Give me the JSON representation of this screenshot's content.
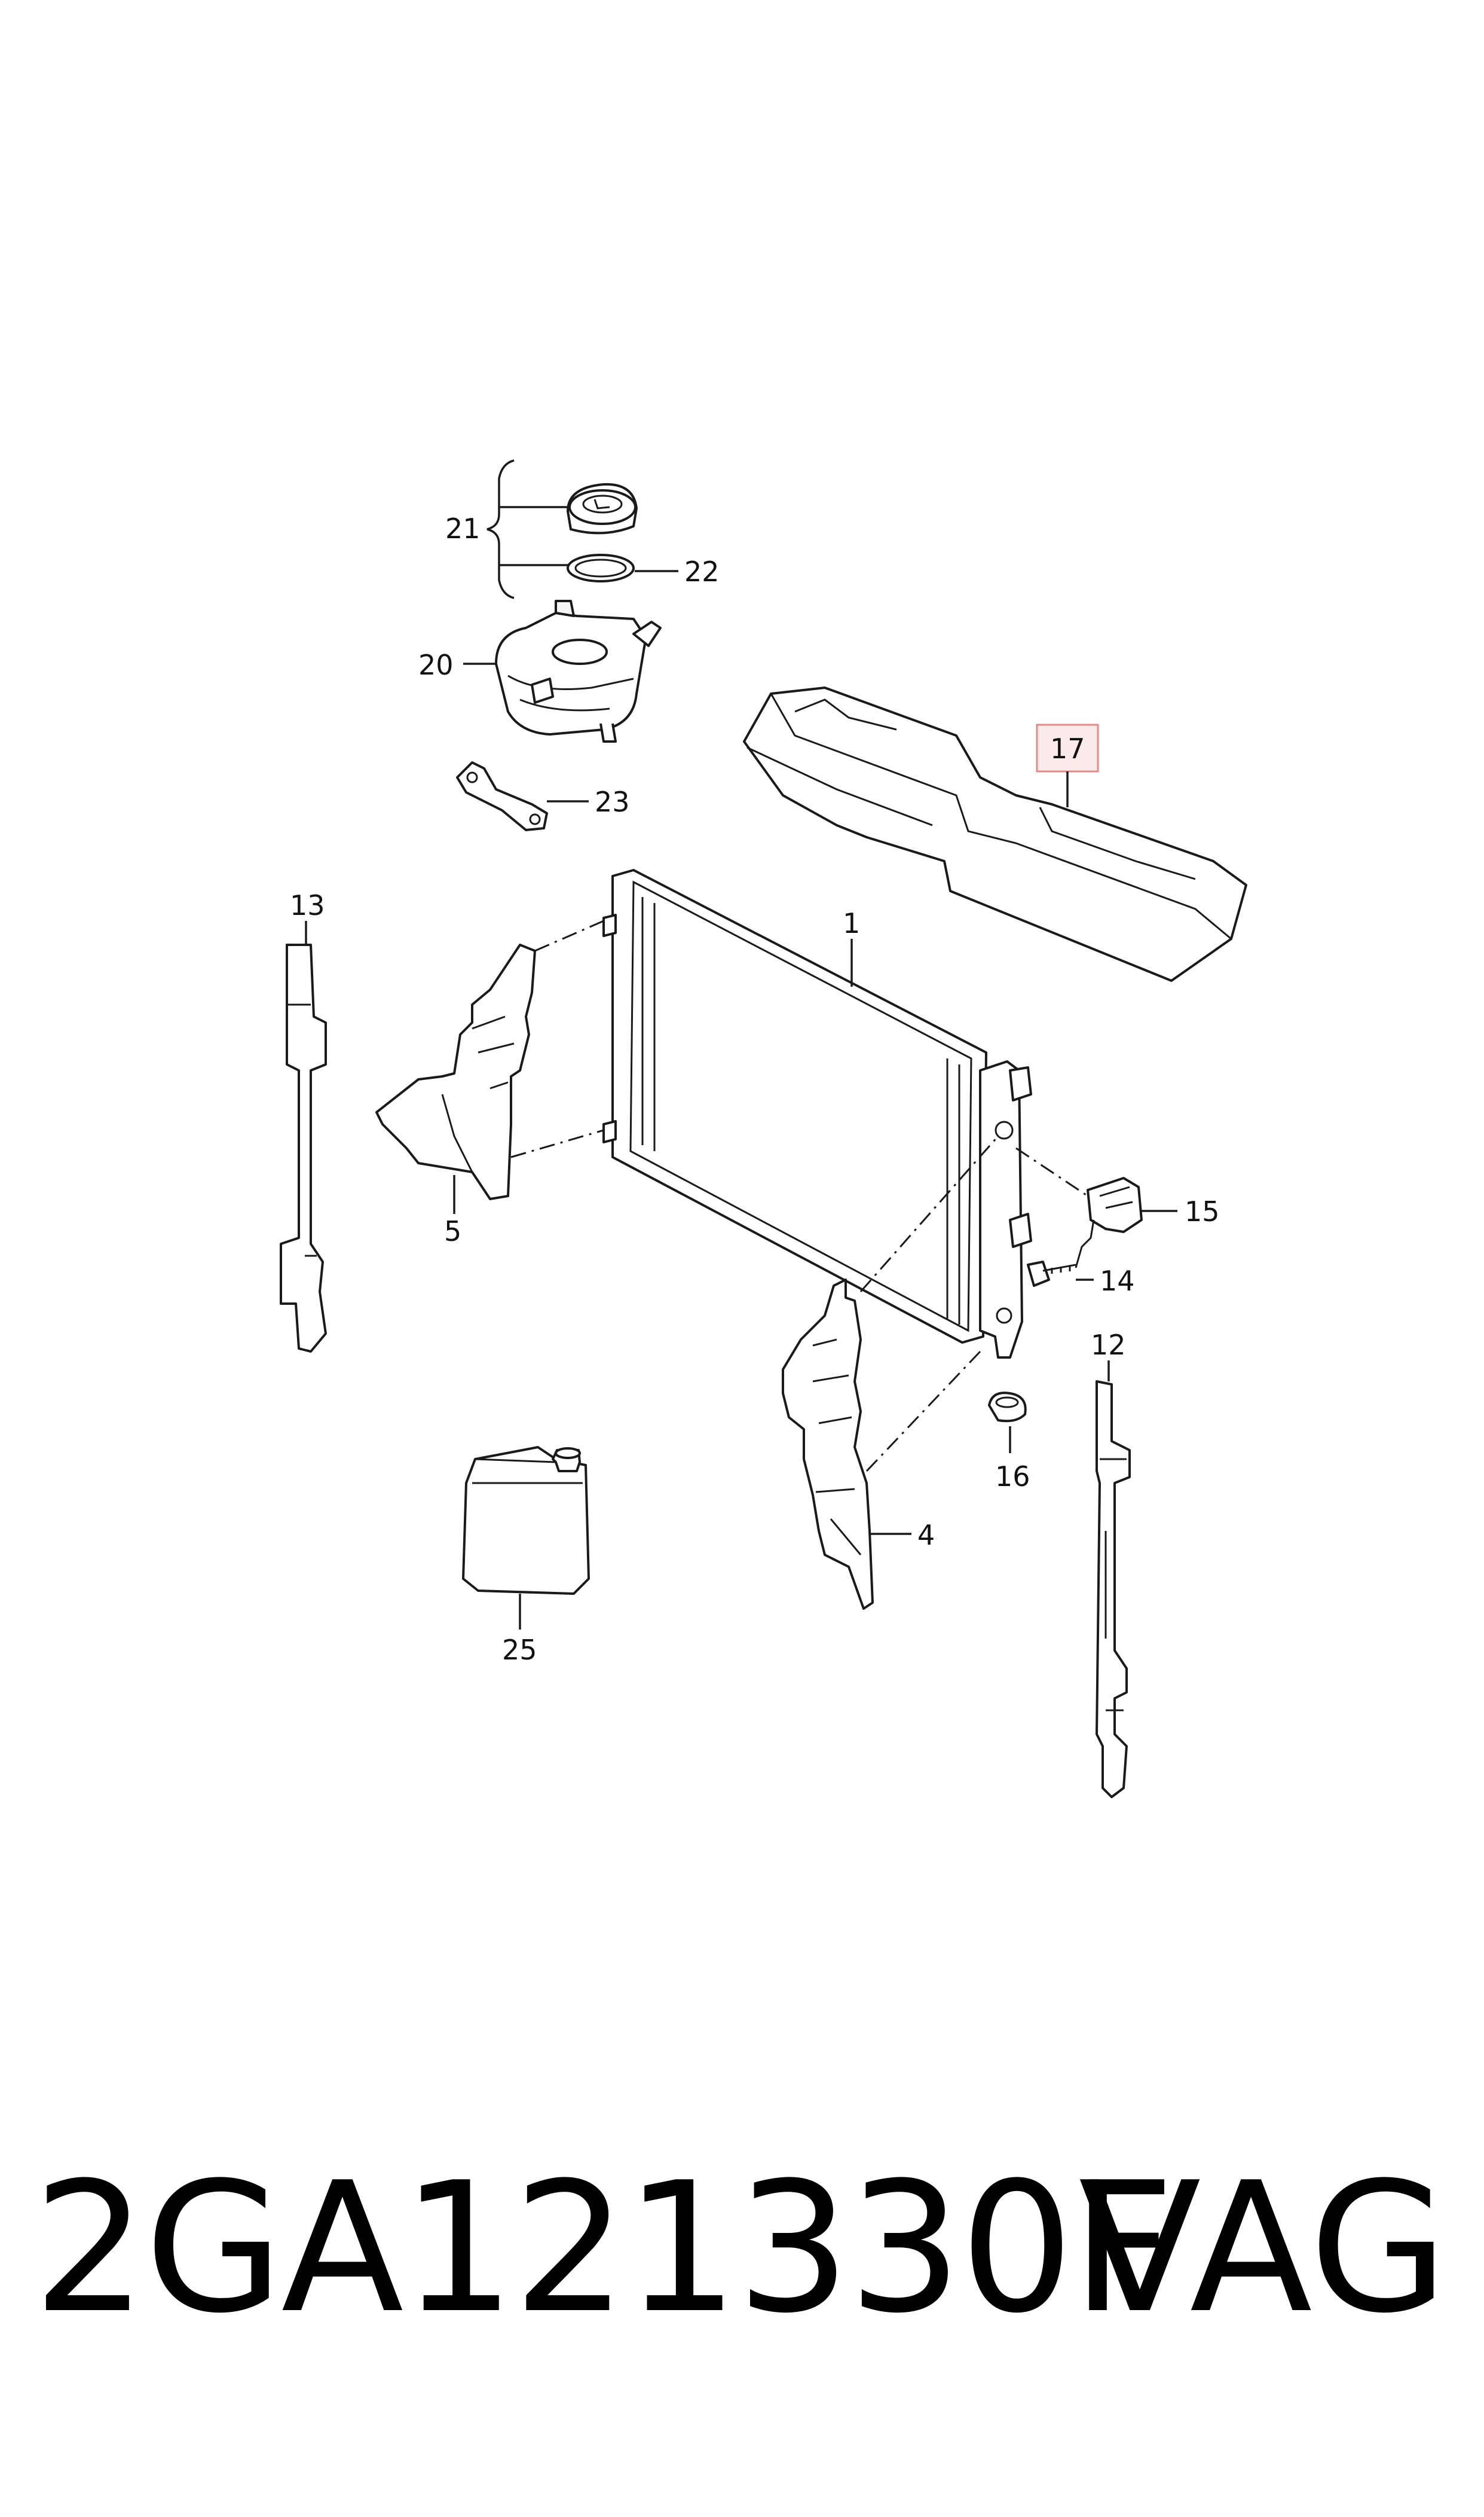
{
  "callouts": {
    "c1": "1",
    "c4": "4",
    "c5": "5",
    "c12": "12",
    "c13": "13",
    "c14": "14",
    "c15": "15",
    "c16": "16",
    "c17": "17",
    "c20": "20",
    "c21": "21",
    "c22": "22",
    "c23": "23",
    "c25": "25"
  },
  "highlighted_callout": "17",
  "highlight_color": "#e08a8a",
  "footer": {
    "part_number": "2GA121330F",
    "brand": "VAG"
  }
}
